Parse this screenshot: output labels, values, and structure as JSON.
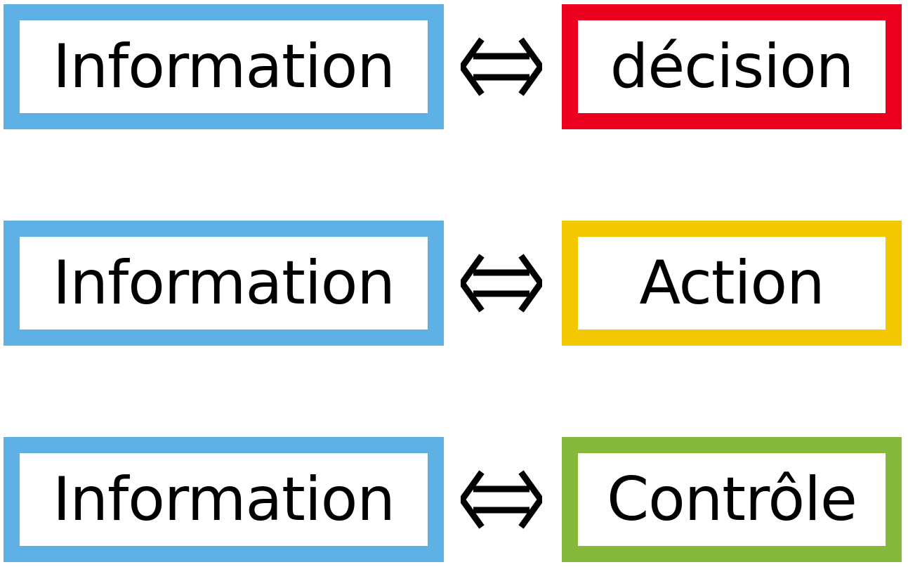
{
  "colors": {
    "information_border": "#5EB1E4",
    "decision_border": "#EC0020",
    "action_border": "#F3C800",
    "controle_border": "#86B83B",
    "text": "#000000",
    "arrow": "#000000"
  },
  "rows": [
    {
      "left_label": "Information",
      "right_label": "décision",
      "arrow_icon": "double-headed-arrow-icon"
    },
    {
      "left_label": "Information",
      "right_label": "Action",
      "arrow_icon": "double-headed-arrow-icon"
    },
    {
      "left_label": "Information",
      "right_label": "Contrôle",
      "arrow_icon": "double-headed-arrow-icon"
    }
  ]
}
